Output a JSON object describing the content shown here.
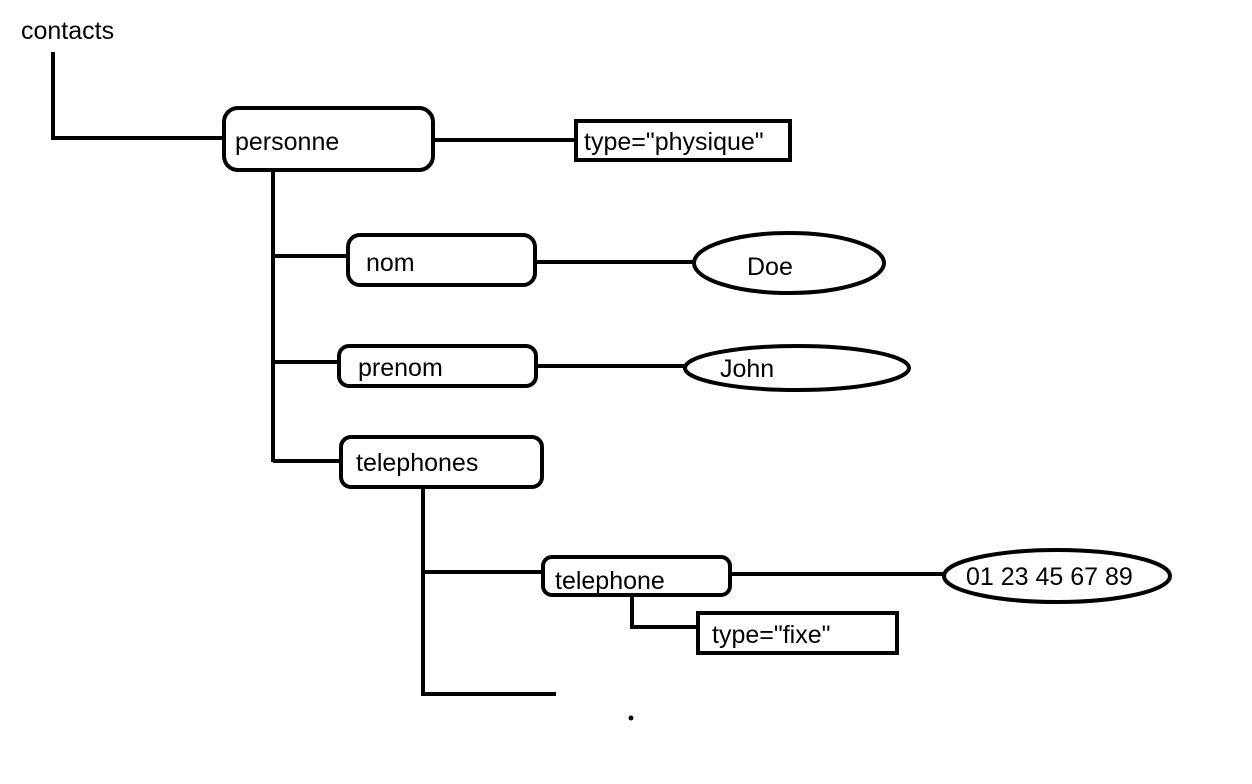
{
  "root": {
    "label": "contacts"
  },
  "personne": {
    "label": "personne",
    "attribute": "type=\"physique\""
  },
  "nom": {
    "label": "nom",
    "value": "Doe"
  },
  "prenom": {
    "label": "prenom",
    "value": "John"
  },
  "telephones": {
    "label": "telephones"
  },
  "telephone": {
    "label": "telephone",
    "value": "01 23 45 67 89",
    "attribute": "type=\"fixe\""
  }
}
